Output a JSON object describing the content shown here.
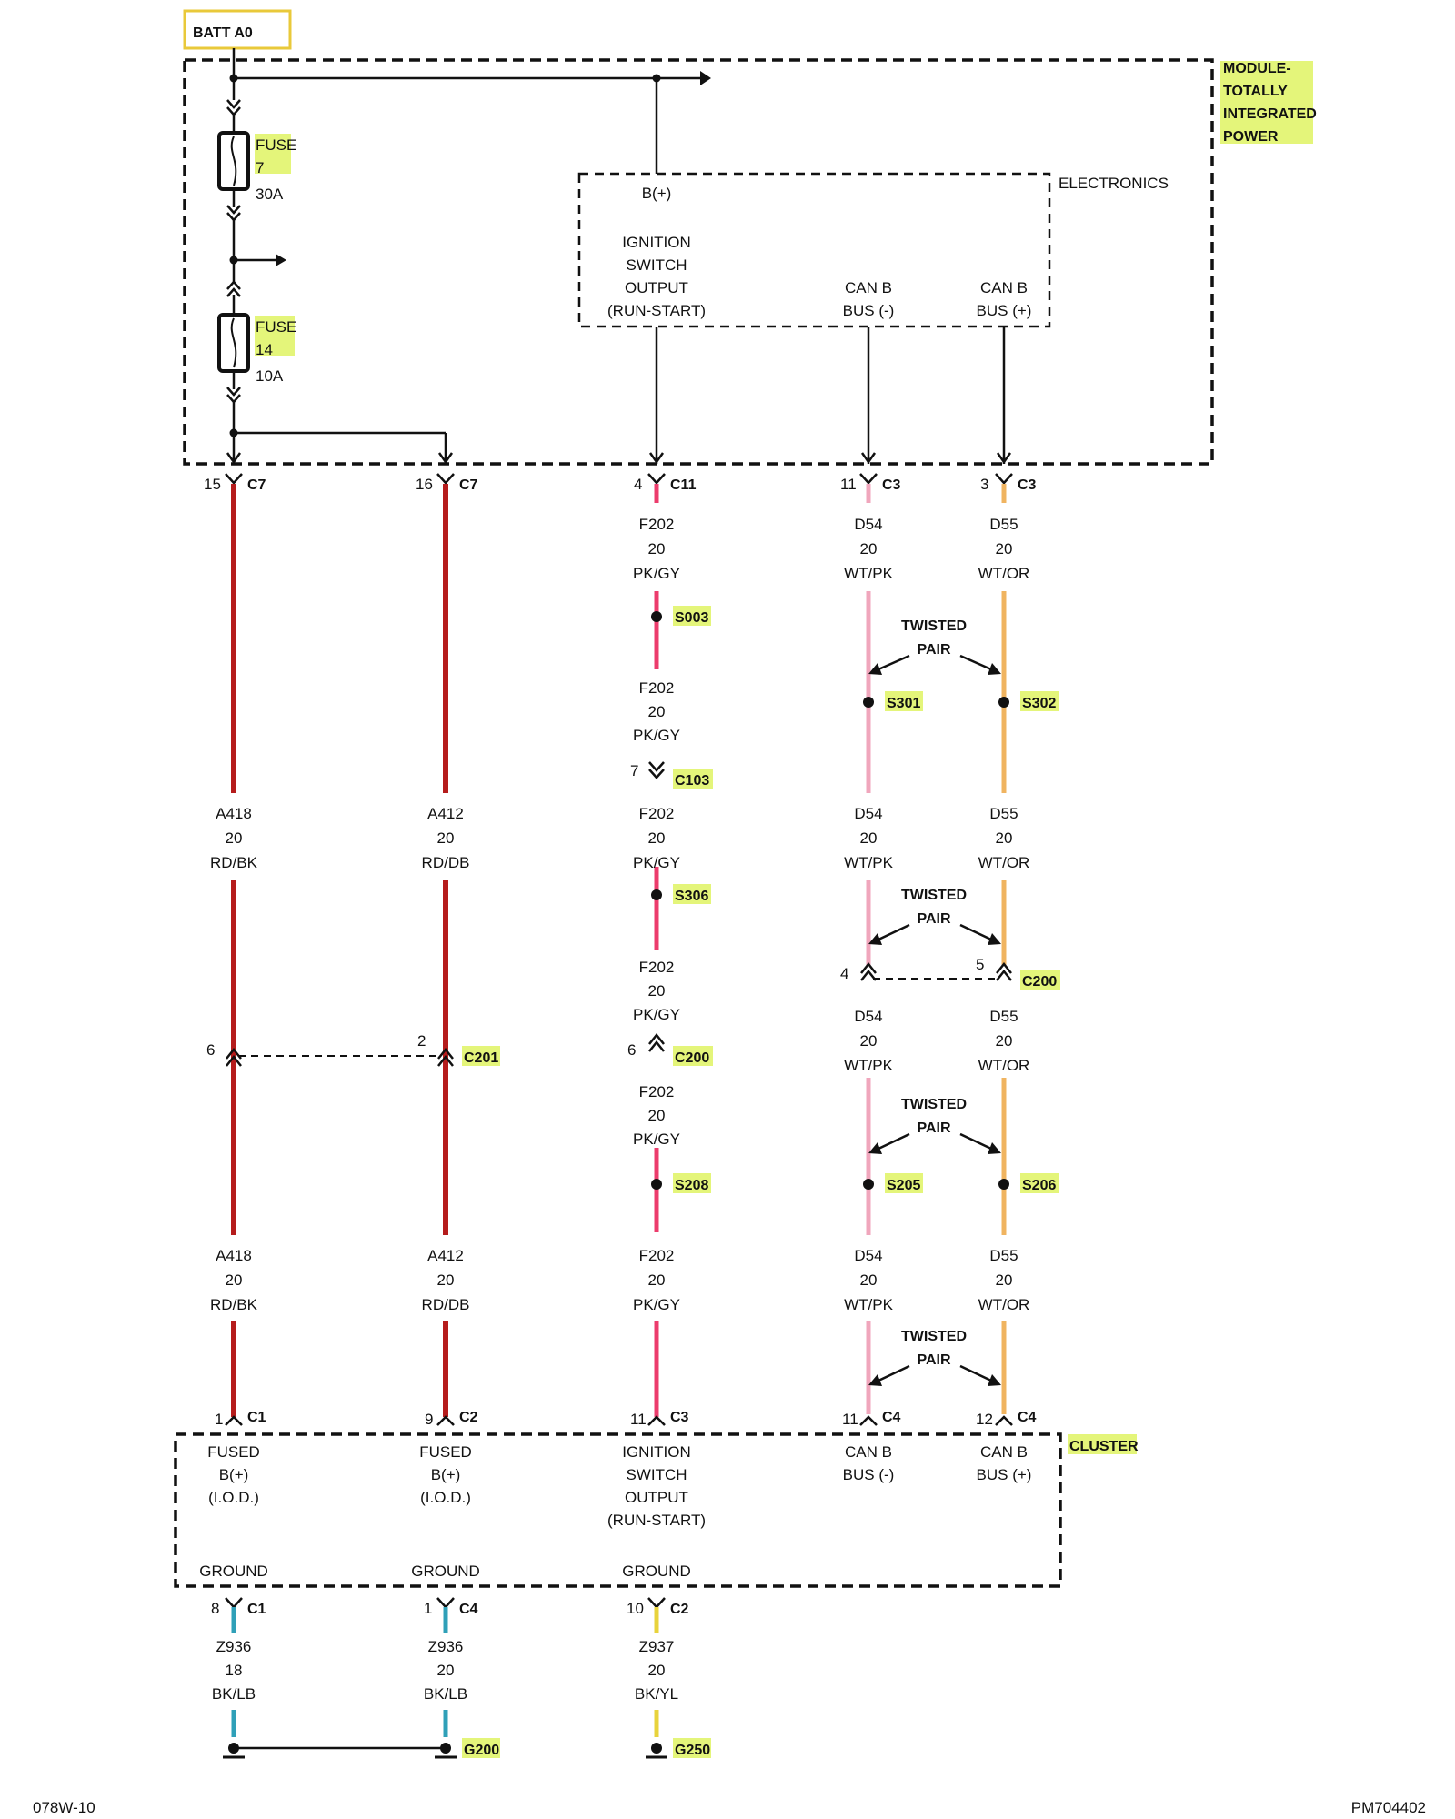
{
  "batt_label": "BATT A0",
  "module_label": [
    "MODULE-",
    "TOTALLY",
    "INTEGRATED",
    "POWER"
  ],
  "electronics_label": "ELECTRONICS",
  "cluster_label": "CLUSTER",
  "footer": {
    "left": "078W-10",
    "right": "PM704402"
  },
  "twisted_pair": [
    "TWISTED",
    "PAIR"
  ],
  "fuses": [
    {
      "label": "FUSE",
      "num": "7",
      "rating": "30A"
    },
    {
      "label": "FUSE",
      "num": "14",
      "rating": "10A"
    }
  ],
  "tipm_pins": {
    "bplus": "B(+)",
    "ign": [
      "IGNITION",
      "SWITCH",
      "OUTPUT",
      "(RUN-START)"
    ],
    "canb_neg": [
      "CAN B",
      "BUS (-)"
    ],
    "canb_pos": [
      "CAN B",
      "BUS (+)"
    ]
  },
  "cluster_pins": [
    [
      "FUSED",
      "B(+)",
      "(I.O.D.)"
    ],
    [
      "FUSED",
      "B(+)",
      "(I.O.D.)"
    ],
    [
      "IGNITION",
      "SWITCH",
      "OUTPUT",
      "(RUN-START)"
    ],
    [
      "CAN B",
      "BUS (-)"
    ],
    [
      "CAN B",
      "BUS (+)"
    ]
  ],
  "ground_label": "GROUND",
  "top_connectors": [
    {
      "pin": "15",
      "name": "C7"
    },
    {
      "pin": "16",
      "name": "C7"
    },
    {
      "pin": "4",
      "name": "C11"
    },
    {
      "pin": "11",
      "name": "C3"
    },
    {
      "pin": "3",
      "name": "C3"
    }
  ],
  "cluster_connectors": [
    {
      "pin": "1",
      "name": "C1"
    },
    {
      "pin": "9",
      "name": "C2"
    },
    {
      "pin": "11",
      "name": "C3"
    },
    {
      "pin": "11",
      "name": "C4"
    },
    {
      "pin": "12",
      "name": "C4"
    }
  ],
  "ground_connectors": [
    {
      "pin": "8",
      "name": "C1"
    },
    {
      "pin": "1",
      "name": "C4"
    },
    {
      "pin": "10",
      "name": "C2"
    }
  ],
  "wire_labels": {
    "w1a": [
      "A418",
      "20",
      "RD/BK"
    ],
    "w1b": [
      "A418",
      "20",
      "RD/BK"
    ],
    "w2a": [
      "A412",
      "20",
      "RD/DB"
    ],
    "w2b": [
      "A412",
      "20",
      "RD/DB"
    ],
    "w3a": [
      "F202",
      "20",
      "PK/GY"
    ],
    "w3b": [
      "F202",
      "20",
      "PK/GY"
    ],
    "w3c": [
      "F202",
      "20",
      "PK/GY"
    ],
    "w3d": [
      "F202",
      "20",
      "PK/GY"
    ],
    "w3e": [
      "F202",
      "20",
      "PK/GY"
    ],
    "w3f": [
      "F202",
      "20",
      "PK/GY"
    ],
    "w4a": [
      "D54",
      "20",
      "WT/PK"
    ],
    "w4b": [
      "D54",
      "20",
      "WT/PK"
    ],
    "w4c": [
      "D54",
      "20",
      "WT/PK"
    ],
    "w4d": [
      "D54",
      "20",
      "WT/PK"
    ],
    "w5a": [
      "D55",
      "20",
      "WT/OR"
    ],
    "w5b": [
      "D55",
      "20",
      "WT/OR"
    ],
    "w5c": [
      "D55",
      "20",
      "WT/OR"
    ],
    "w5d": [
      "D55",
      "20",
      "WT/OR"
    ],
    "g1": [
      "Z936",
      "18",
      "BK/LB"
    ],
    "g2": [
      "Z936",
      "20",
      "BK/LB"
    ],
    "g3": [
      "Z937",
      "20",
      "BK/YL"
    ]
  },
  "splices": [
    "S003",
    "S306",
    "S208",
    "S301",
    "S302",
    "S205",
    "S206"
  ],
  "inline": {
    "c103": {
      "pin": "7",
      "name": "C103"
    },
    "c201": {
      "pin_a": "6",
      "pin_b": "2",
      "name": "C201"
    },
    "c200_ign": {
      "pin": "6",
      "name": "C200"
    },
    "c200_can": {
      "pin_a": "4",
      "pin_b": "5",
      "name": "C200"
    }
  },
  "grounds": [
    "G200",
    "G250"
  ],
  "colors": {
    "red": "#b51c1c",
    "pink": "#ec3c6c",
    "wtpk": "#f0a6bc",
    "wtor": "#f0b460",
    "ground_cyan": "#2fa0b8",
    "ground_yellow": "#e8d33c",
    "highlight": "#e4f57a"
  }
}
